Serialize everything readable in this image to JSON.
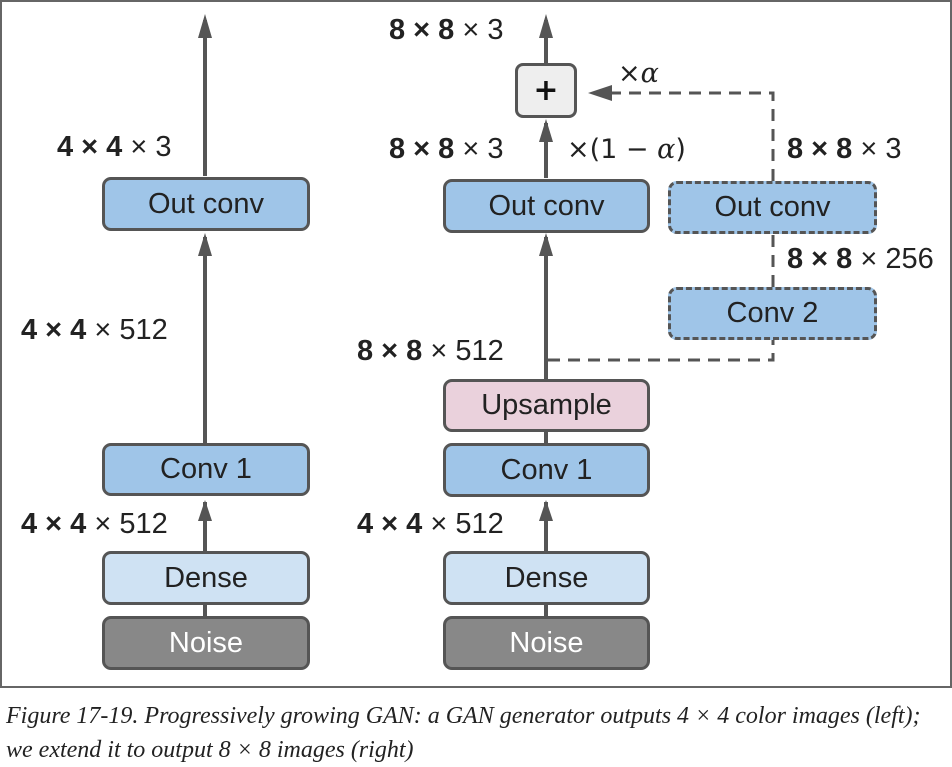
{
  "colors": {
    "line": "#555555",
    "frame": "#666666",
    "conv_fill": "#9fc5e8",
    "dense_fill": "#cfe2f3",
    "upsample_fill": "#ead1dc",
    "noise_fill": "#888888",
    "plus_fill": "#eeeeee"
  },
  "left": {
    "top_label": {
      "bold": "4 × 4",
      "rest": " × 3"
    },
    "mid_label": {
      "bold": "4 × 4",
      "rest": " × 512"
    },
    "low_label": {
      "bold": "4 × 4",
      "rest": " × 512"
    },
    "out_conv": "Out conv",
    "conv1": "Conv 1",
    "dense": "Dense",
    "noise": "Noise"
  },
  "right": {
    "top_label": {
      "bold": "8 × 8",
      "rest": " × 3"
    },
    "out_label": {
      "bold": "8 × 8",
      "rest": " × 3"
    },
    "mid_label": {
      "bold": "8 × 8",
      "rest": " × 512"
    },
    "low_label": {
      "bold": "4 × 4",
      "rest": " × 512"
    },
    "plus": "+",
    "factor_main": {
      "prefix": "×(1 − ",
      "alpha": "α",
      "suffix": ")"
    },
    "factor_alpha": {
      "prefix": "×",
      "alpha": "α"
    },
    "out_conv": "Out conv",
    "upsample": "Upsample",
    "conv1": "Conv 1",
    "dense": "Dense",
    "noise": "Noise",
    "new_out_label": {
      "bold": "8 × 8",
      "rest": " × 3"
    },
    "new_out_conv": "Out conv",
    "conv2_label": {
      "bold": "8 × 8",
      "rest": " × 256"
    },
    "conv2": "Conv 2"
  },
  "caption": "Figure 17-19. Progressively growing GAN: a GAN generator outputs 4 × 4 color images (left); we extend it to output 8 × 8 images (right)"
}
